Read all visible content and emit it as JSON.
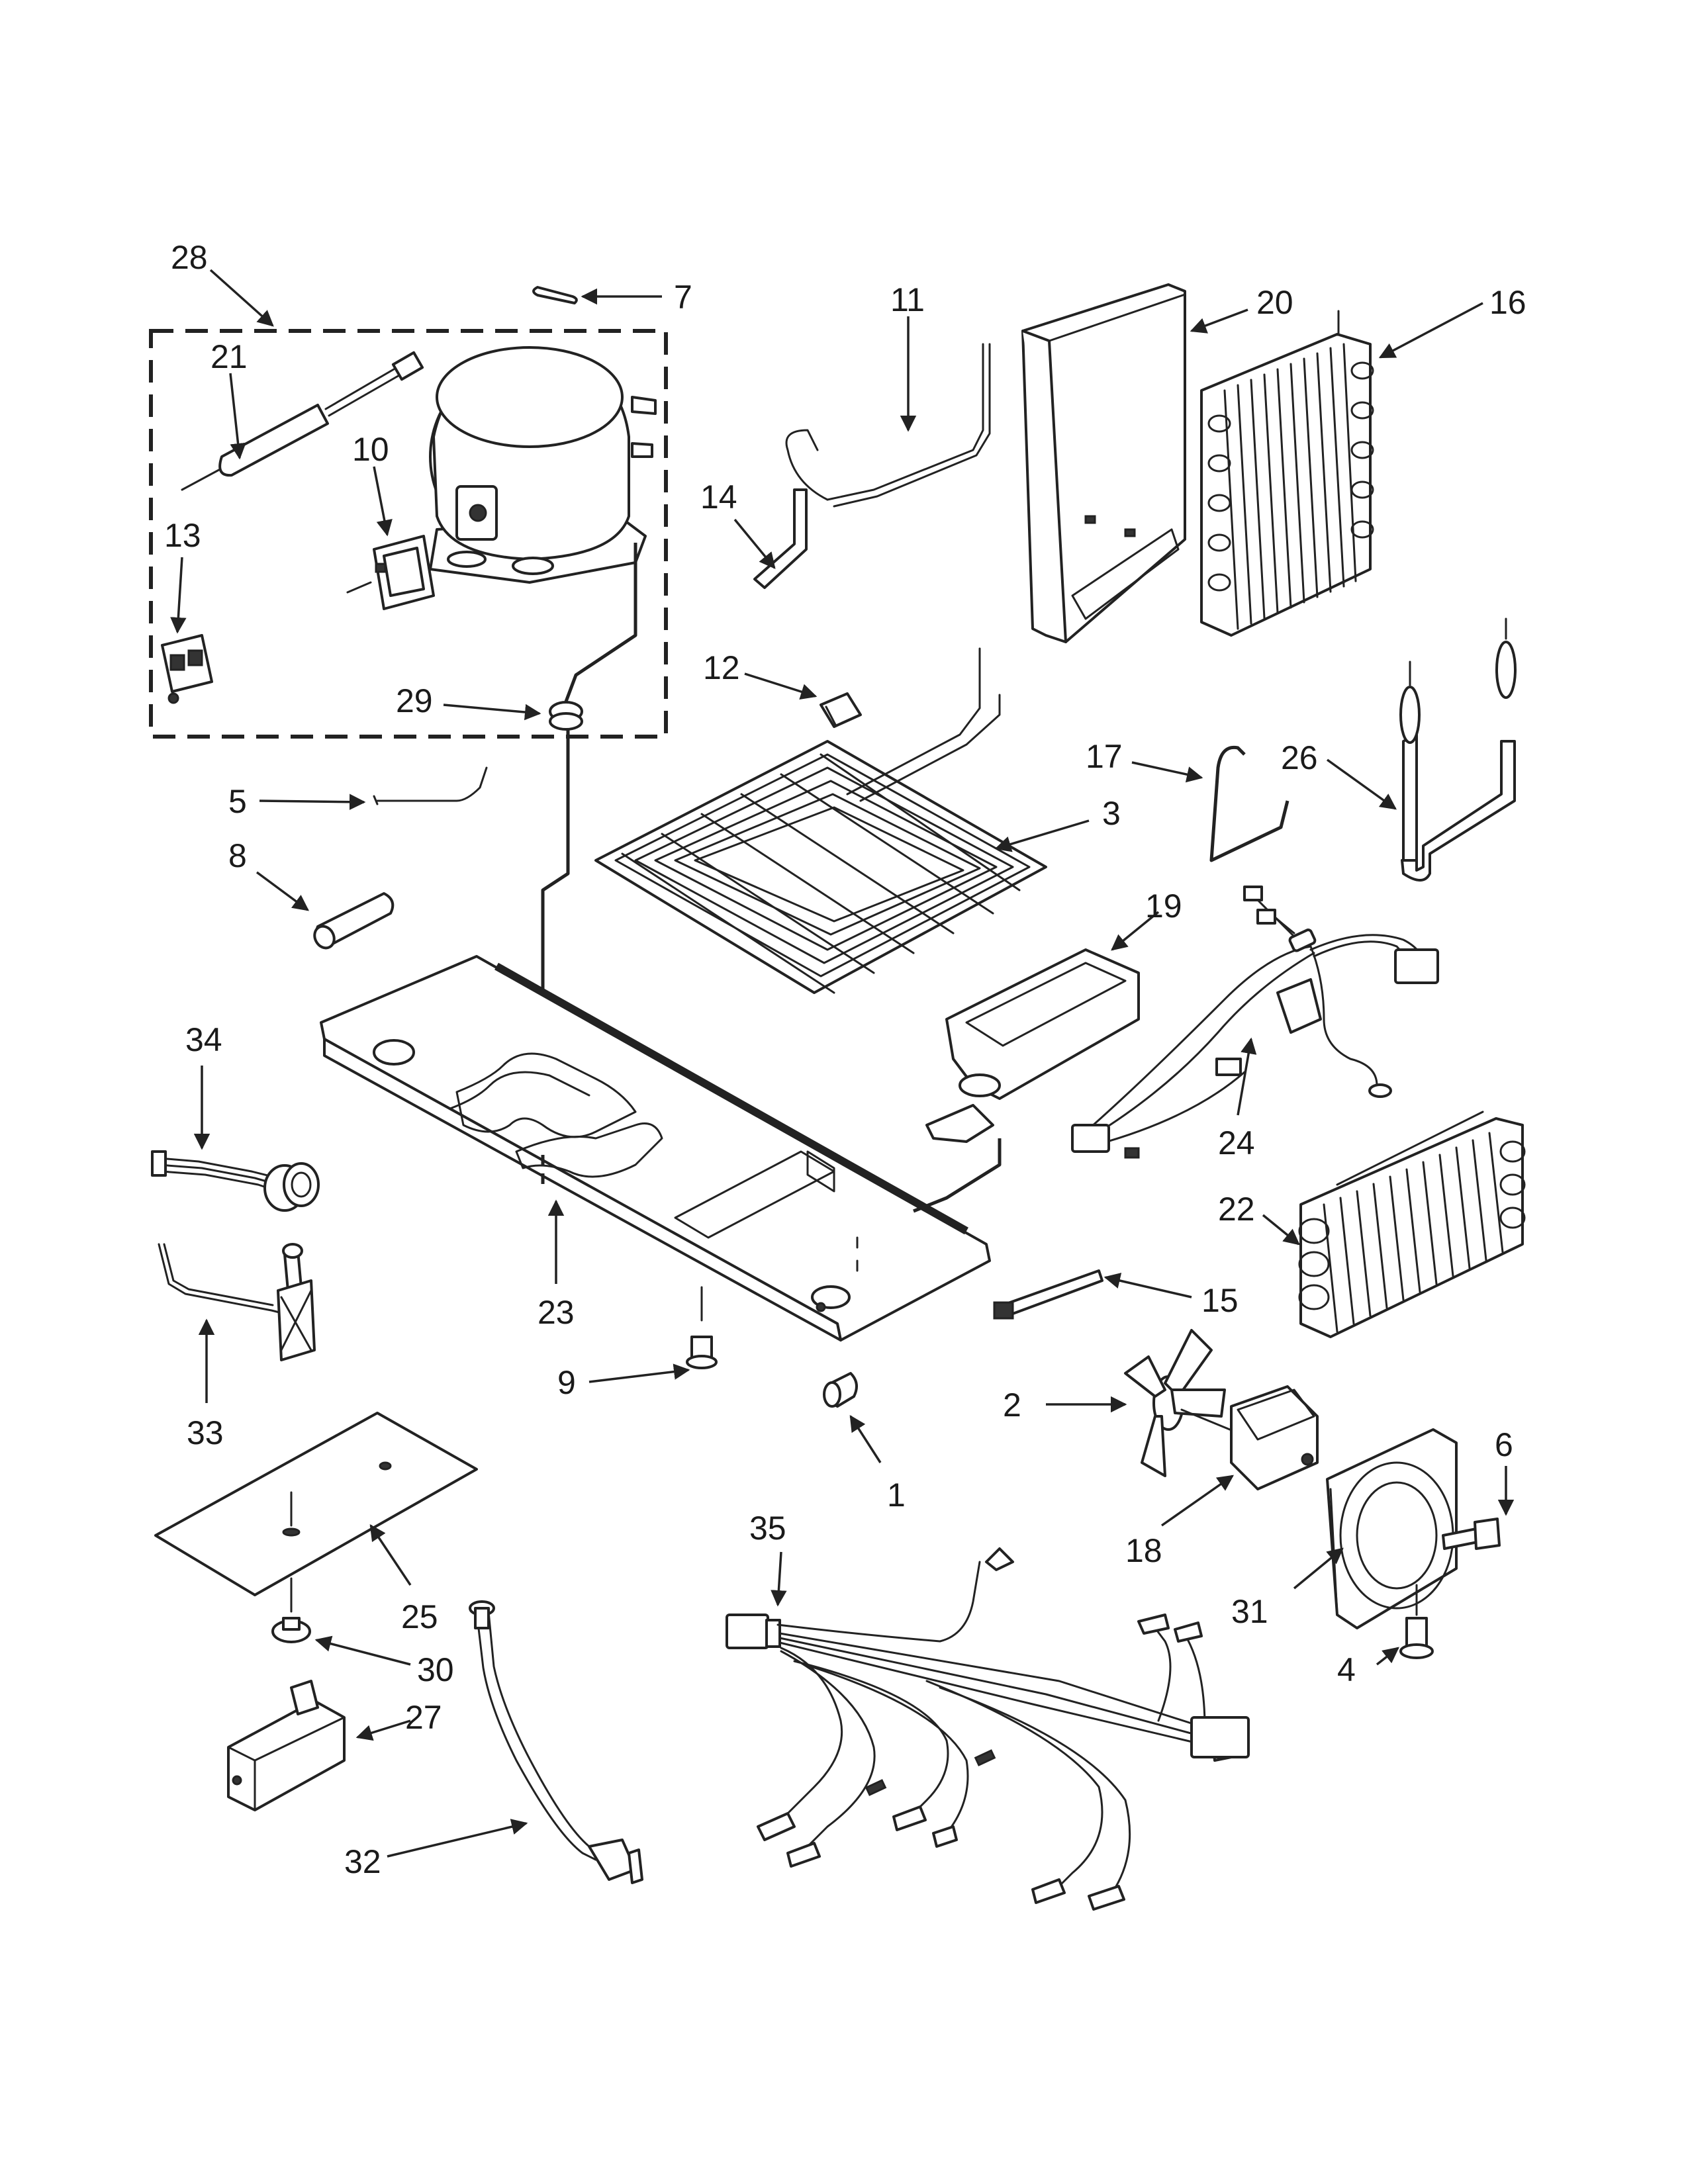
{
  "diagram": {
    "type": "exploded-parts-diagram",
    "callouts": [
      "1",
      "2",
      "3",
      "4",
      "5",
      "6",
      "7",
      "8",
      "9",
      "10",
      "11",
      "12",
      "13",
      "14",
      "15",
      "16",
      "17",
      "18",
      "19",
      "20",
      "21",
      "22",
      "23",
      "24",
      "25",
      "26",
      "27",
      "28",
      "29",
      "30",
      "31",
      "32",
      "33",
      "34",
      "35"
    ]
  }
}
